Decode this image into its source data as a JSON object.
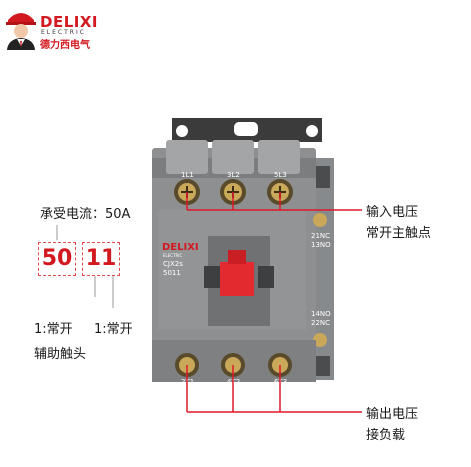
{
  "brand": {
    "name": "DELIXI",
    "sub": "ELECTRIC",
    "cn": "德力西电气",
    "colors": {
      "brand_red": "#d21920",
      "body_gray": "#8d8f91",
      "button_red": "#e32a2f"
    }
  },
  "annotations": {
    "rated_current": "承受电流：50A",
    "code_current": "50",
    "code_aux": "11",
    "aux_note_1": "1:常开",
    "aux_note_2": "1:常开",
    "aux_caption": "辅助触头",
    "input_title": "输入电压",
    "input_sub": "常开主触点",
    "output_title": "输出电压",
    "output_sub": "接负载"
  },
  "device": {
    "brand_label": "DELIXI",
    "brand_label_sub": "ELECTRIC",
    "model": "CJX2s",
    "model_code": "5011",
    "top_terminals": [
      "1L1",
      "3L2",
      "5L3"
    ],
    "bottom_terminals": [
      "2T1",
      "4T2",
      "6T3"
    ],
    "aux_top": [
      "21NC",
      "13NO"
    ],
    "aux_bottom": [
      "14NO",
      "22NC"
    ]
  }
}
